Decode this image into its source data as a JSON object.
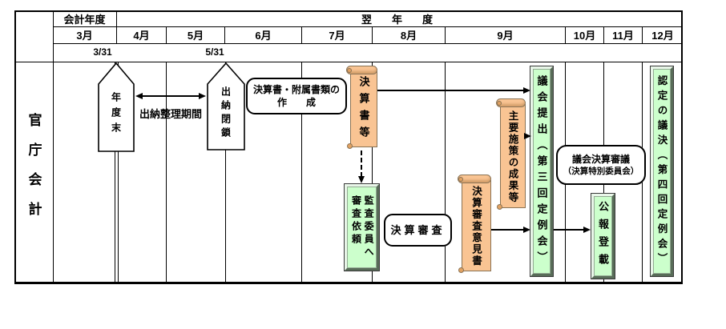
{
  "header": {
    "fiscal_year": "会計年度",
    "next_fiscal_year": "翌　年　度",
    "months": [
      "3月",
      "4月",
      "5月",
      "6月",
      "7月",
      "8月",
      "9月",
      "10月",
      "11月",
      "12月"
    ],
    "date_marks": [
      "3/31",
      "5/31"
    ]
  },
  "side_label": "官庁会計",
  "flow": {
    "fiscal_year_end": "年度末",
    "settlement_period": "出納整理期間",
    "accounts_closing": "出納閉鎖",
    "statements_prep_line1": "決算書・附属書類の",
    "statements_prep_line2": "作　　成",
    "financial_statements": "決算書等",
    "audit_request_line1": "監査委員へ",
    "audit_request_line2": "審査依頼",
    "settlement_audit": "決算審査",
    "major_policies": "主要施策の成果等",
    "audit_opinion": "決算審査意見書",
    "council_submission": "議会提出（第三回定例会）",
    "council_deliberation_line1": "議会決算審議",
    "council_deliberation_line2": "（決算特別委員会）",
    "gazette_publication": "公報登載",
    "approval_resolution": "認定の議決（第四回定例会）"
  },
  "colors": {
    "scroll_fill": "#F9C493",
    "green_fill": "#CCFFCC",
    "line": "#000000"
  }
}
